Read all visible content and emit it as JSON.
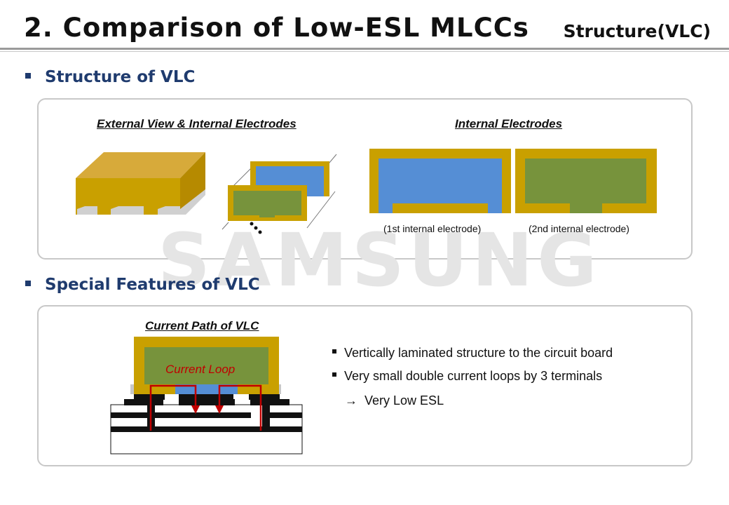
{
  "header": {
    "title": "2. Comparison of Low-ESL MLCCs",
    "subtitle": "Structure(VLC)"
  },
  "watermark": "SAMSUNG",
  "section1": {
    "heading": "Structure of VLC",
    "caption_left": "External View & Internal Electrodes",
    "caption_right": "Internal Electrodes",
    "electrode_label_1": "(1st  internal electrode)",
    "electrode_label_2": "(2nd internal electrode)"
  },
  "section2": {
    "heading": "Special Features of VLC",
    "caption": "Current Path of VLC",
    "current_loop_label": "Current Loop",
    "features": [
      "Vertically laminated structure to the circuit board",
      "Very small double current loops by 3 terminals"
    ],
    "arrow_glyph": "→",
    "result": "Very Low ESL"
  },
  "colors": {
    "gold": "#c9a000",
    "blue": "#558ed5",
    "green": "#77933c",
    "heading_blue": "#1f3b6e",
    "loop_red": "#c00000"
  }
}
